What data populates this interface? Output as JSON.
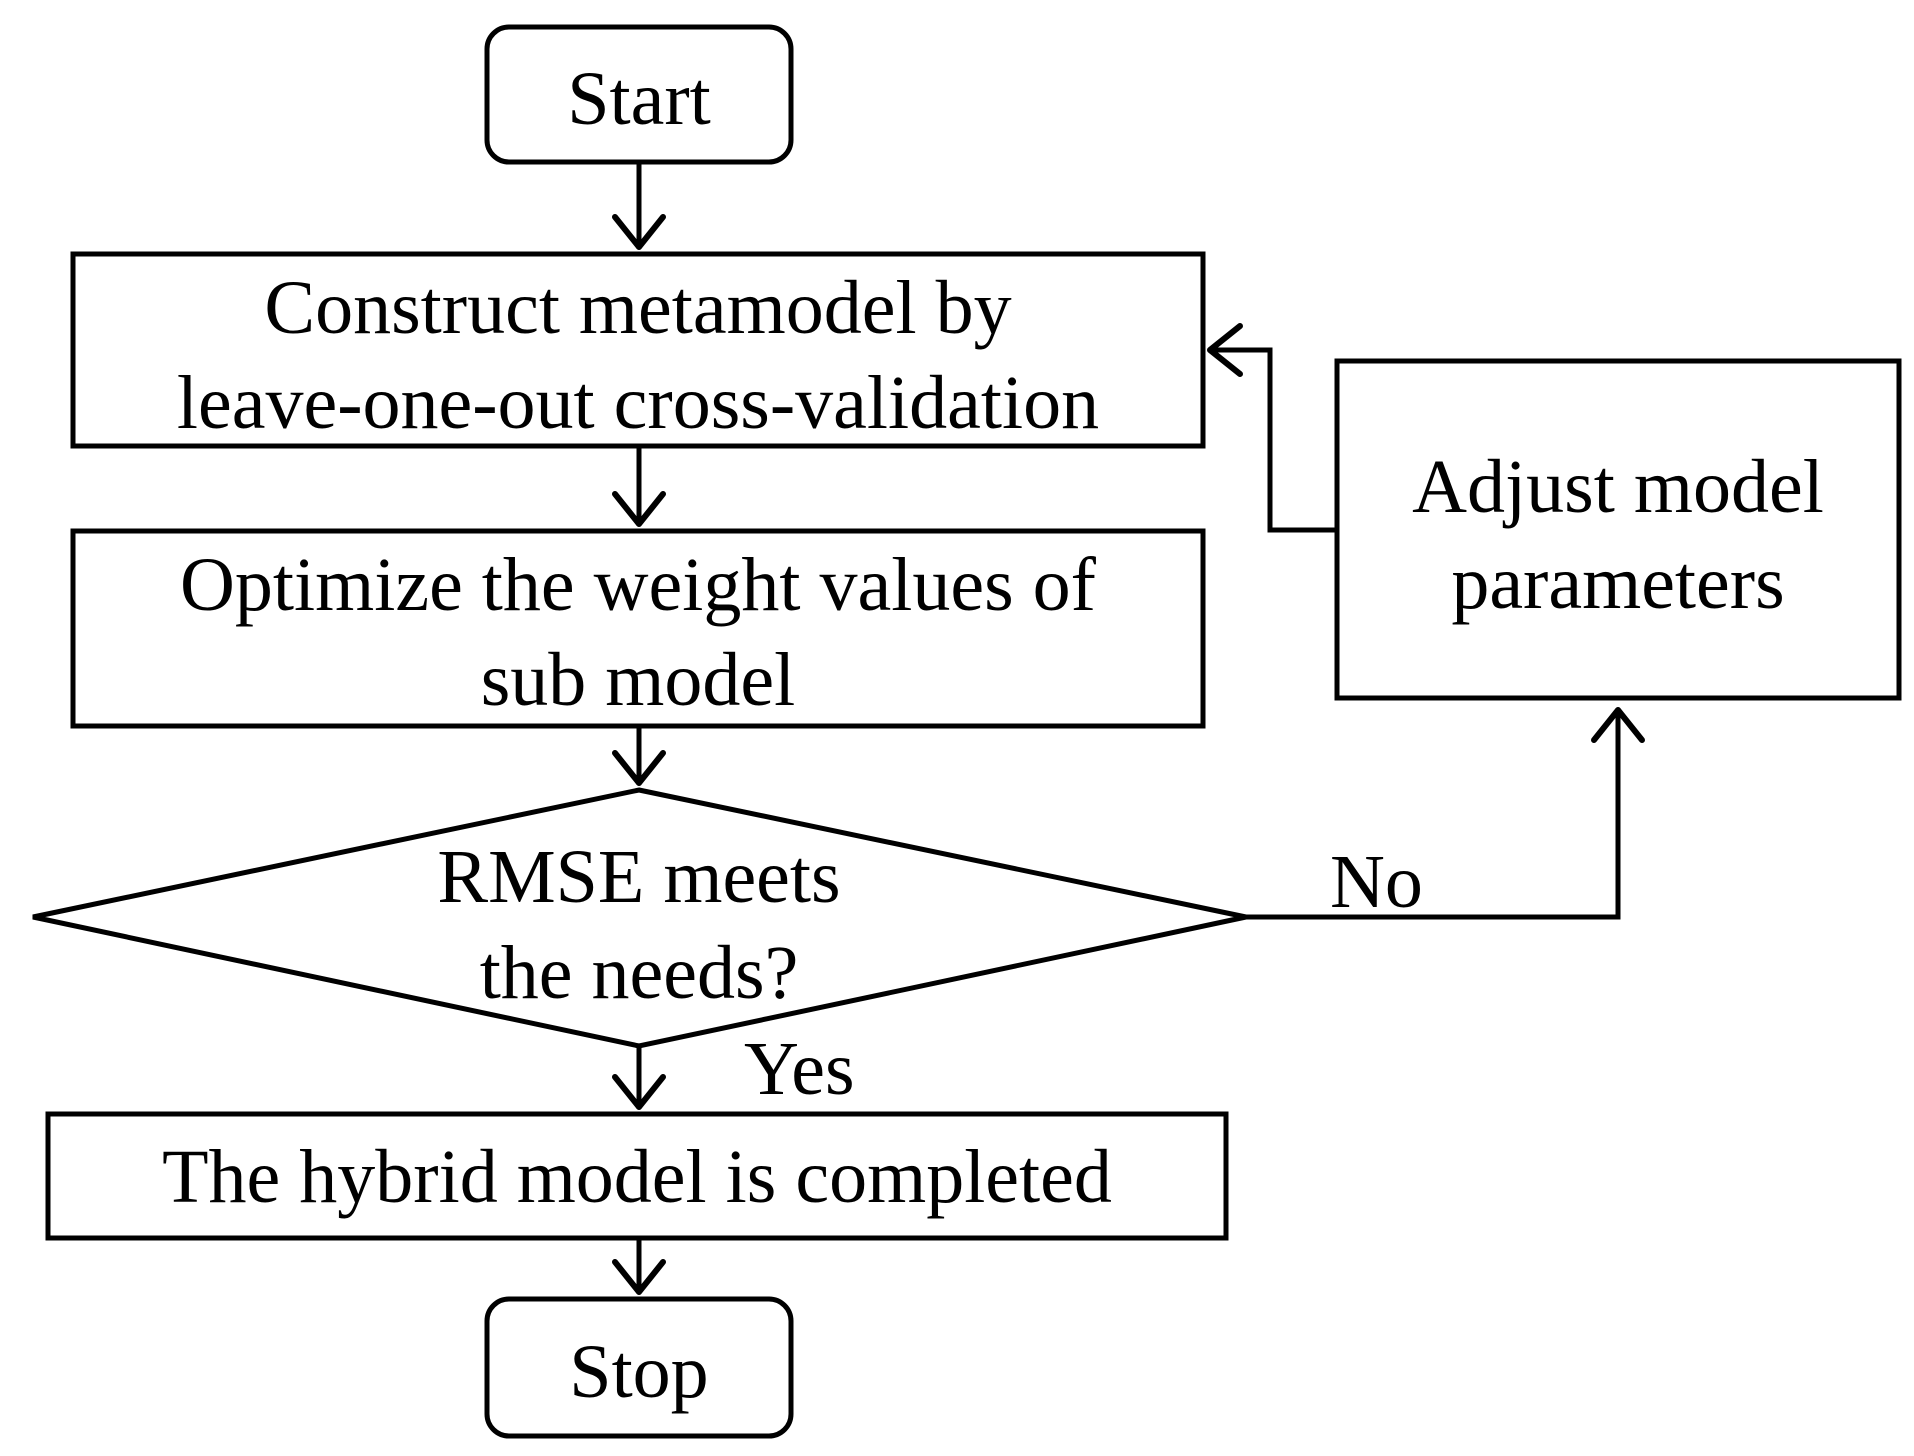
{
  "nodes": {
    "start": {
      "label": "Start"
    },
    "construct": {
      "line1": "Construct metamodel by",
      "line2": "leave-one-out cross-validation"
    },
    "optimize": {
      "line1": "Optimize the weight values of",
      "line2": "sub model"
    },
    "decision": {
      "line1": "RMSE meets",
      "line2": "the needs?"
    },
    "adjust": {
      "line1": "Adjust model",
      "line2": "parameters"
    },
    "complete": {
      "label": "The hybrid model is completed"
    },
    "stop": {
      "label": "Stop"
    }
  },
  "edges": {
    "no_label": "No",
    "yes_label": "Yes"
  }
}
